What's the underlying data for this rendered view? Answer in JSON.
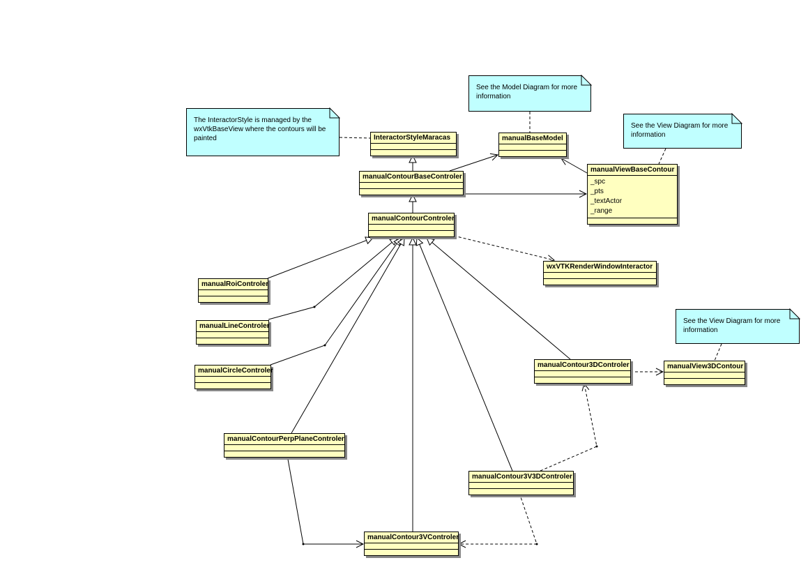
{
  "classes": {
    "interactor_style": {
      "name": "InteractorStyleMaracas"
    },
    "base_model": {
      "name": "manualBaseModel"
    },
    "base_controler": {
      "name": "manualContourBaseControler"
    },
    "contour_controler": {
      "name": "manualContourControler"
    },
    "view_base_contour": {
      "name": "manualViewBaseContour",
      "attributes": [
        "_spc",
        "_pts",
        "_textActor",
        "_range"
      ]
    },
    "render_window_interactor": {
      "name": "wxVTKRenderWindowInteractor"
    },
    "roi_controler": {
      "name": "manualRoiControler"
    },
    "line_controler": {
      "name": "manualLineControler"
    },
    "circle_controler": {
      "name": "manualCircleControler"
    },
    "contour3d_controler": {
      "name": "manualContour3DControler"
    },
    "view3d_contour": {
      "name": "manualView3DContour"
    },
    "perp_plane_controler": {
      "name": "manualContourPerpPlaneControler"
    },
    "contour3v3d_controler": {
      "name": "manualContour3V3DControler"
    },
    "contour3v_controler": {
      "name": "manualContour3VControler"
    }
  },
  "notes": {
    "interactor_note": "The InteractorStyle is managed by the wxVtkBaseView where the contours will be painted",
    "model_note": "See the Model Diagram for more information",
    "view_note": "See the View Diagram for more information",
    "view3d_note": "See the View Diagram for more information"
  },
  "colors": {
    "class_fill": "#ffffc0",
    "note_fill": "#c0ffff"
  }
}
